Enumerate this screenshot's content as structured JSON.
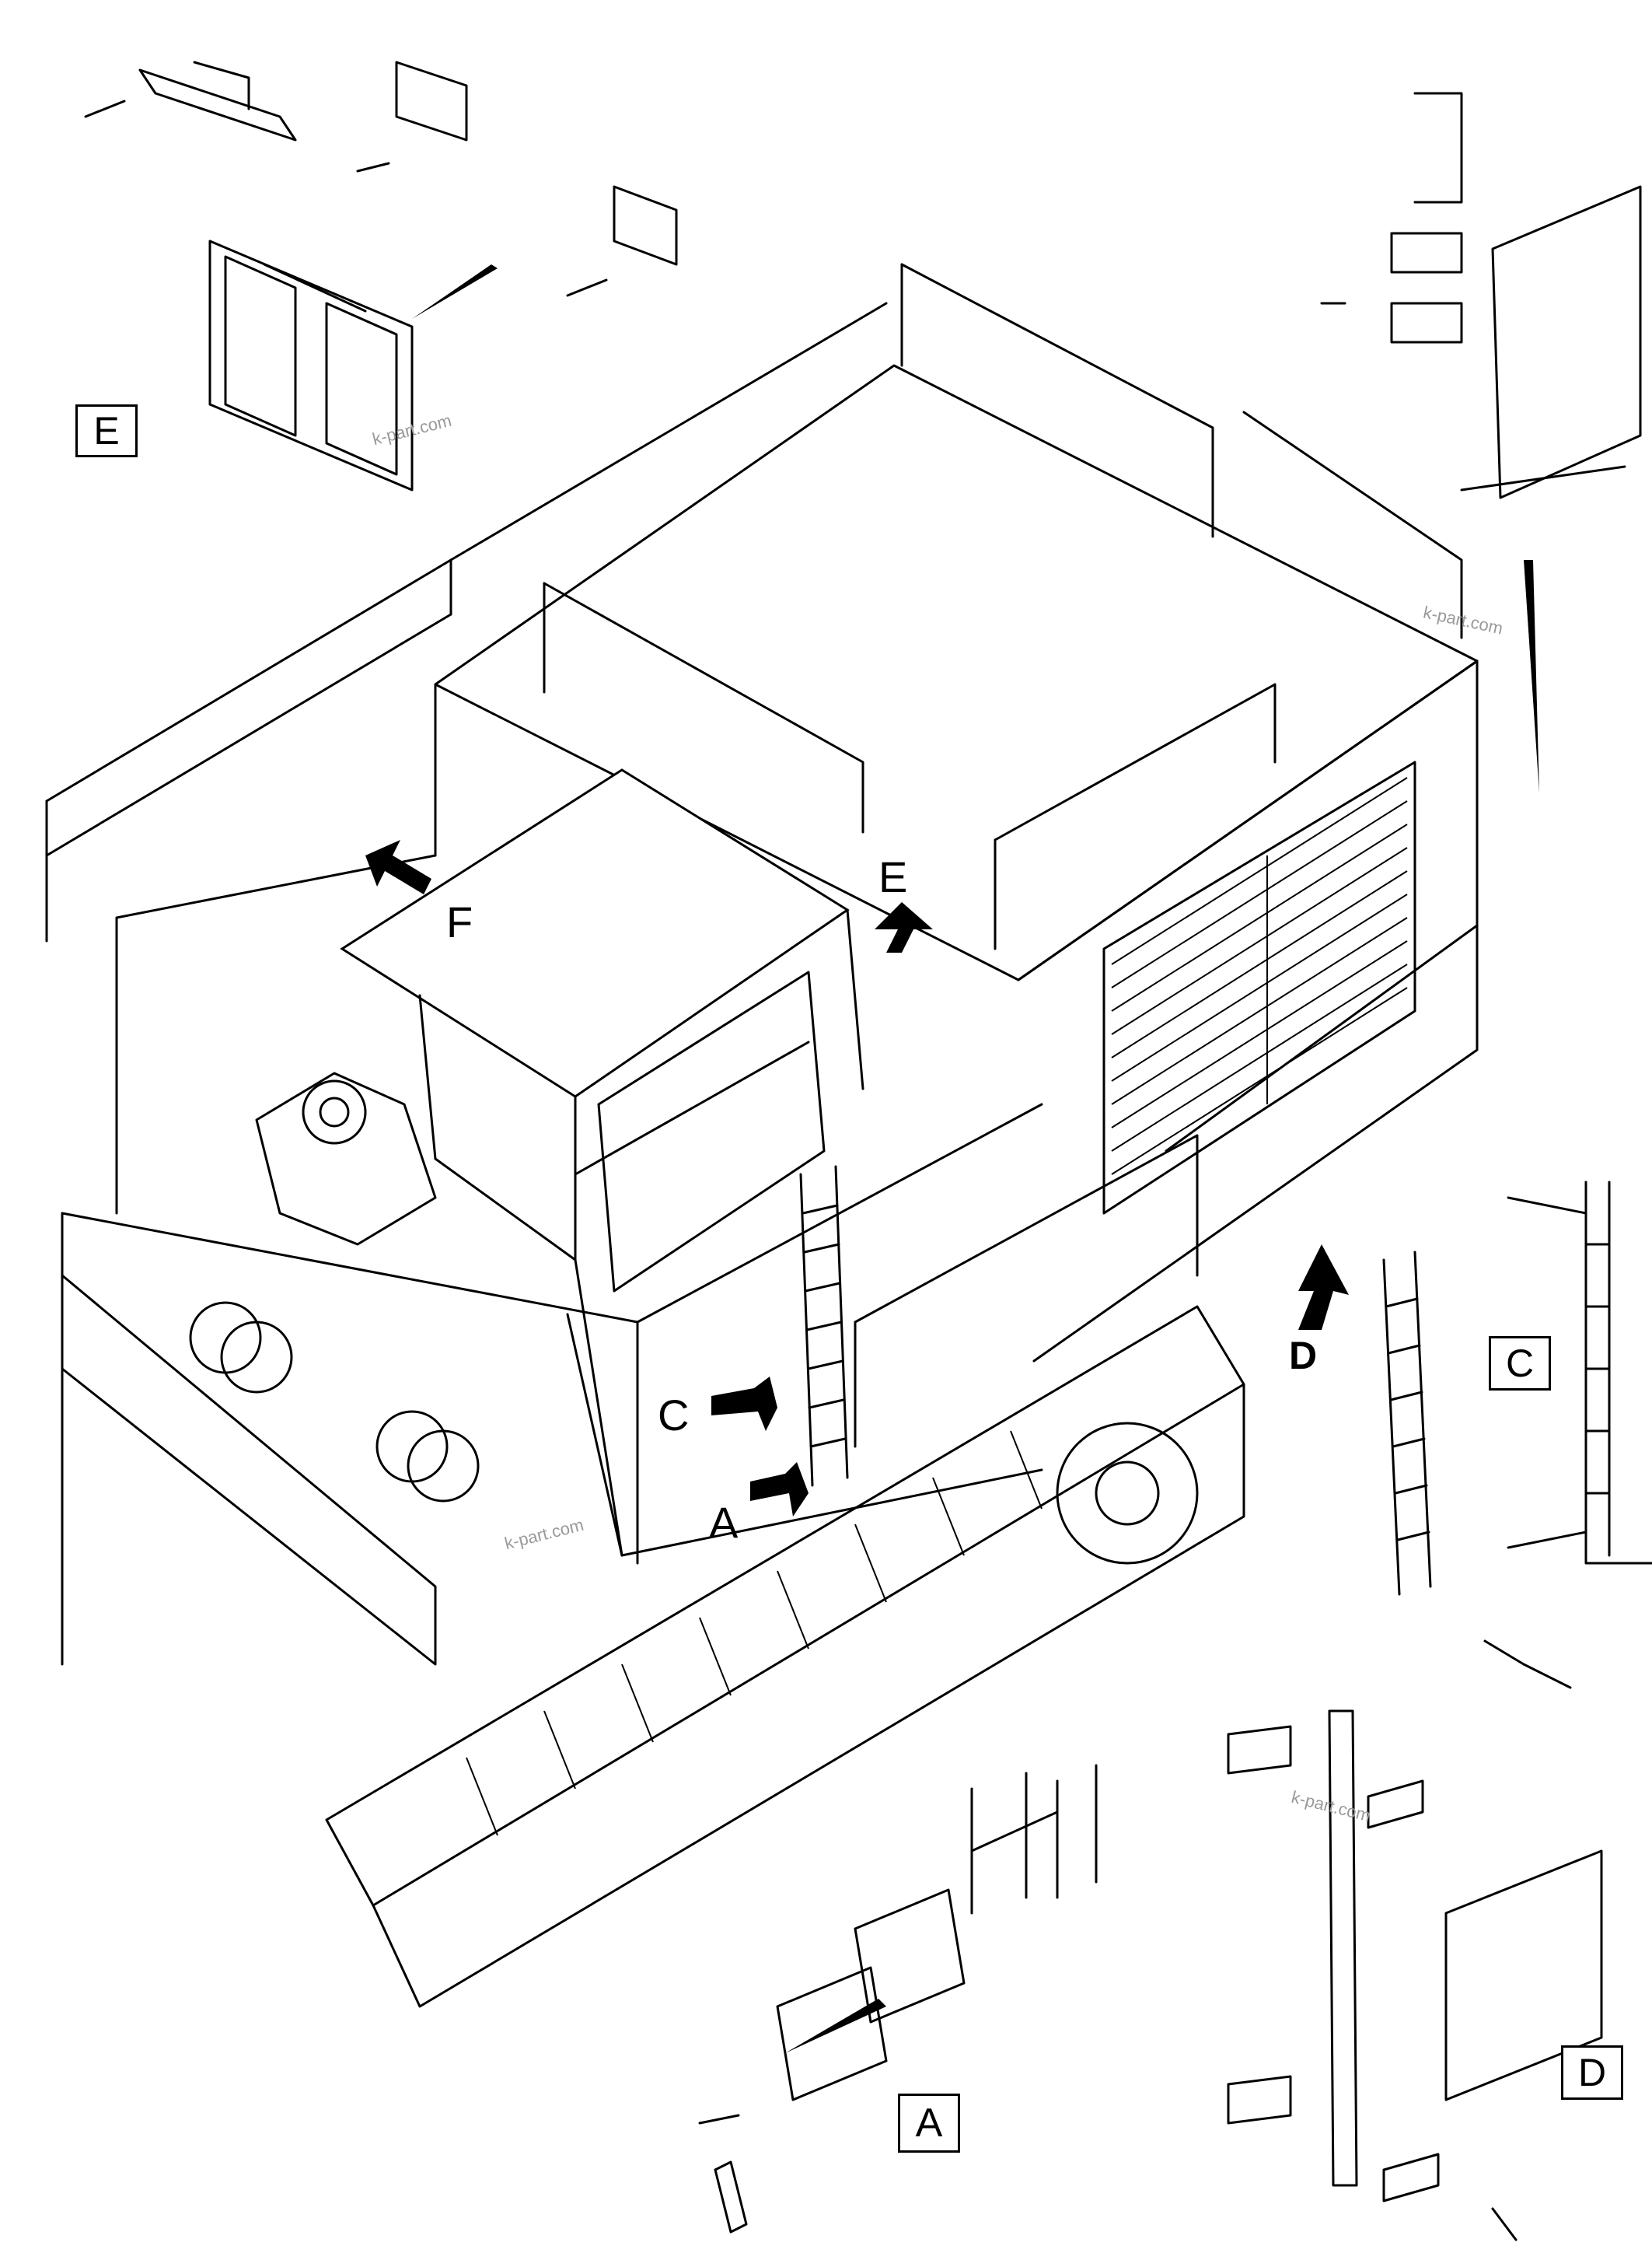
{
  "diagram": {
    "boxed_labels": {
      "E": "E",
      "C": "C",
      "A": "A",
      "D": "D"
    },
    "arrow_labels": {
      "F": "F",
      "E": "E",
      "C": "C",
      "A": "A",
      "D": "D"
    },
    "watermarks": [
      "k-part.com",
      "k-part.com",
      "k-part.com",
      "k-part.com"
    ]
  }
}
